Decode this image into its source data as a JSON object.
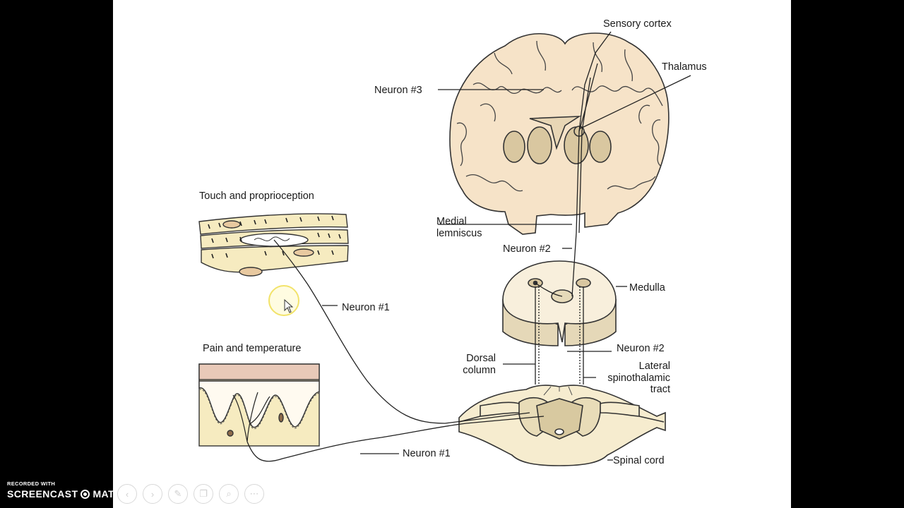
{
  "labels": {
    "sensory_cortex": "Sensory cortex",
    "thalamus": "Thalamus",
    "neuron3": "Neuron #3",
    "medial_lemniscus_1": "Medial",
    "medial_lemniscus_2": "lemniscus",
    "neuron2_upper": "Neuron #2",
    "medulla": "Medulla",
    "neuron2_lower": "Neuron #2",
    "dorsal_column_1": "Dorsal",
    "dorsal_column_2": "column",
    "lateral_1": "Lateral",
    "lateral_2": "spinothalamic",
    "lateral_3": "tract",
    "spinal_cord": "Spinal cord",
    "touch": "Touch and proprioception",
    "pain": "Pain and temperature",
    "neuron1_upper": "Neuron #1",
    "neuron1_lower": "Neuron #1"
  },
  "watermark": {
    "line1": "RECORDED WITH",
    "brand_left": "SCREENCAST",
    "brand_right": "MATIC"
  },
  "controls": [
    {
      "name": "prev-button",
      "glyph": "‹"
    },
    {
      "name": "next-button",
      "glyph": "›"
    },
    {
      "name": "pen-button",
      "glyph": "✎"
    },
    {
      "name": "copy-button",
      "glyph": "❐"
    },
    {
      "name": "zoom-button",
      "glyph": "⌕"
    },
    {
      "name": "more-button",
      "glyph": "⋯"
    }
  ],
  "colors": {
    "brain_fill": "#f6e3c8",
    "gray_matter": "#d9c7a0",
    "skin_fill": "#f6ebc0",
    "line": "#222222"
  }
}
